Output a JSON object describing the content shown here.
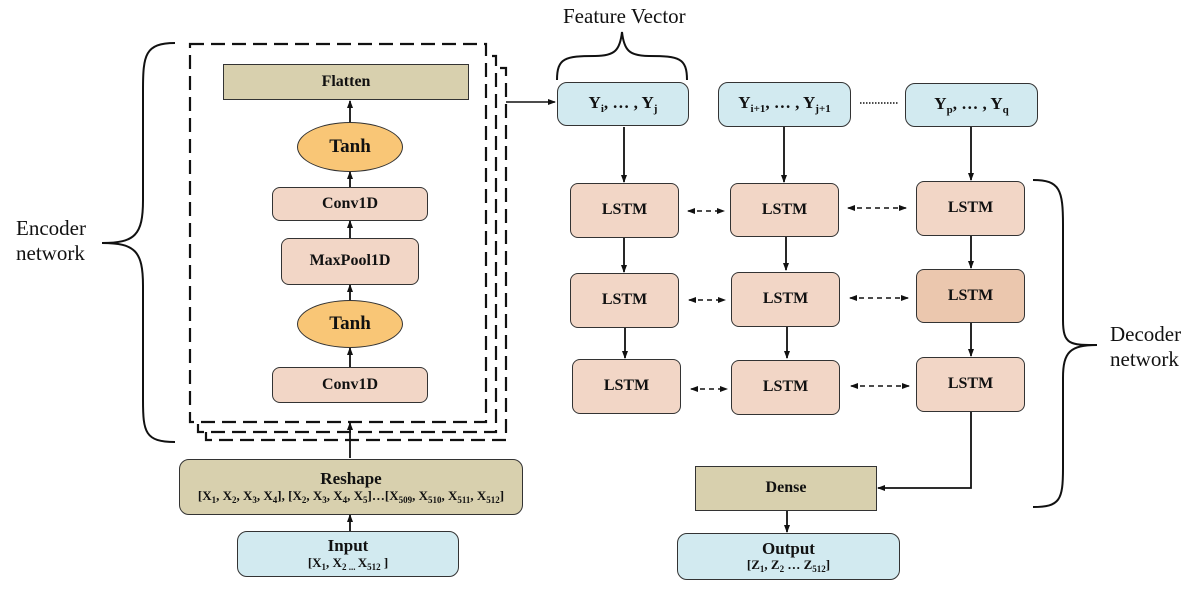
{
  "encoder": {
    "label_line1": "Encoder",
    "label_line2": "network",
    "layers": {
      "flatten": "Flatten",
      "tanh_top": "Tanh",
      "conv_top": "Conv1D",
      "maxpool": "MaxPool1D",
      "tanh_bottom": "Tanh",
      "conv_bottom": "Conv1D"
    }
  },
  "reshape": {
    "title": "Reshape",
    "groups": [
      {
        "prefix": "[X",
        "items": [
          "1",
          "2",
          "3",
          "4"
        ]
      },
      {
        "prefix": "[X",
        "items": [
          "2",
          "3",
          "4",
          "5"
        ]
      },
      {
        "prefix": "[X",
        "items": [
          "509",
          "510",
          "511",
          "512"
        ]
      }
    ],
    "separator": "…"
  },
  "input": {
    "title": "Input",
    "seq": {
      "var": "X",
      "first": "1",
      "second": "2",
      "last": "512",
      "ellipsis": "..."
    }
  },
  "feature_vector": {
    "label": "Feature Vector",
    "vectors": [
      {
        "var": "Y",
        "from": "i",
        "to": "j"
      },
      {
        "var": "Y",
        "from": "i+1",
        "to": "j+1"
      },
      {
        "var": "Y",
        "from": "p",
        "to": "q"
      }
    ],
    "ellipsis": "…"
  },
  "decoder": {
    "label_line1": "Decoder",
    "label_line2": "network",
    "lstm_label": "LSTM",
    "grid": {
      "rows": 3,
      "cols": 3
    },
    "dense": "Dense"
  },
  "output": {
    "title": "Output",
    "seq": {
      "var": "Z",
      "first": "1",
      "second": "2",
      "last": "512",
      "ellipsis": "…"
    }
  },
  "colors": {
    "lstm": "#f2d6c6",
    "lstm_highlight": "#ebc7ae",
    "activation": "#f9c676",
    "khaki": "#d8d0ae",
    "io": "#d2eaf0"
  }
}
